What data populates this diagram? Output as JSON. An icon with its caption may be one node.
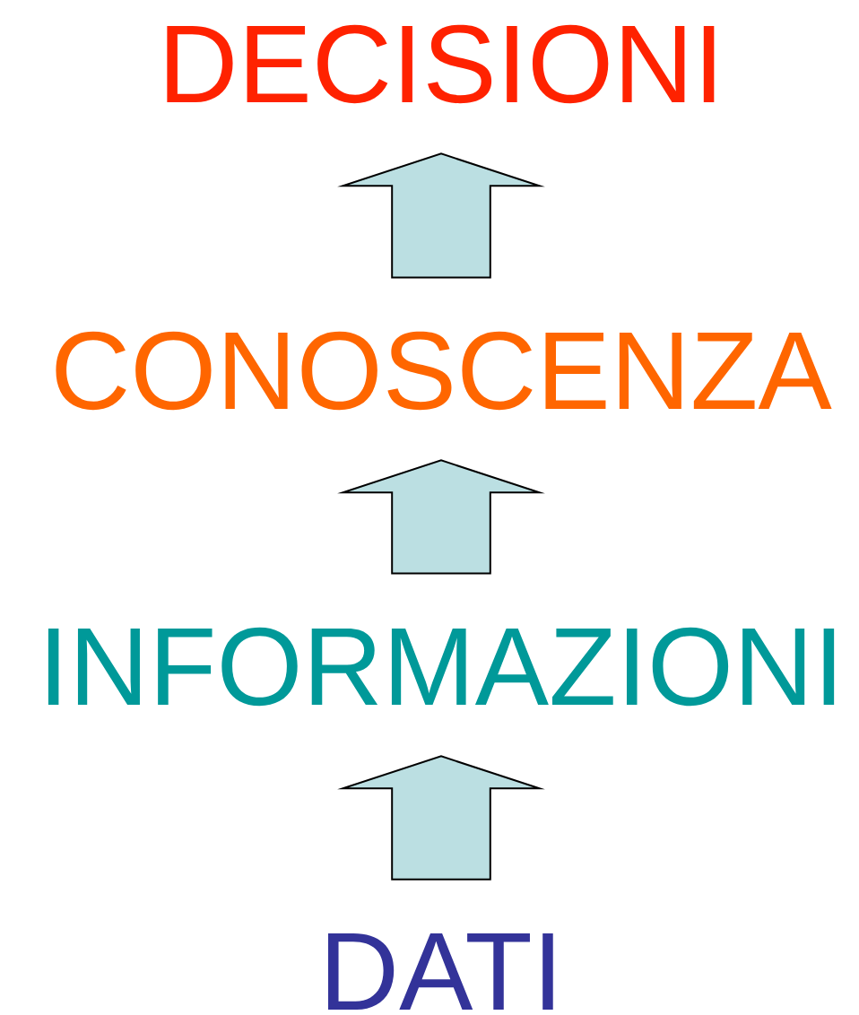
{
  "diagram": {
    "nodes": [
      {
        "text": [
          "DECISIONI"
        ]
      },
      {
        "text": [
          "CONOSCENZA"
        ]
      },
      {
        "text": [
          "INFORMAZIONI"
        ]
      },
      {
        "text": [
          "DATI"
        ]
      }
    ],
    "edges": [
      {
        "from": 3,
        "to": 2,
        "arrow": "to"
      },
      {
        "from": 2,
        "to": 1,
        "arrow": "to"
      },
      {
        "from": 1,
        "to": 0,
        "arrow": "to"
      }
    ]
  }
}
